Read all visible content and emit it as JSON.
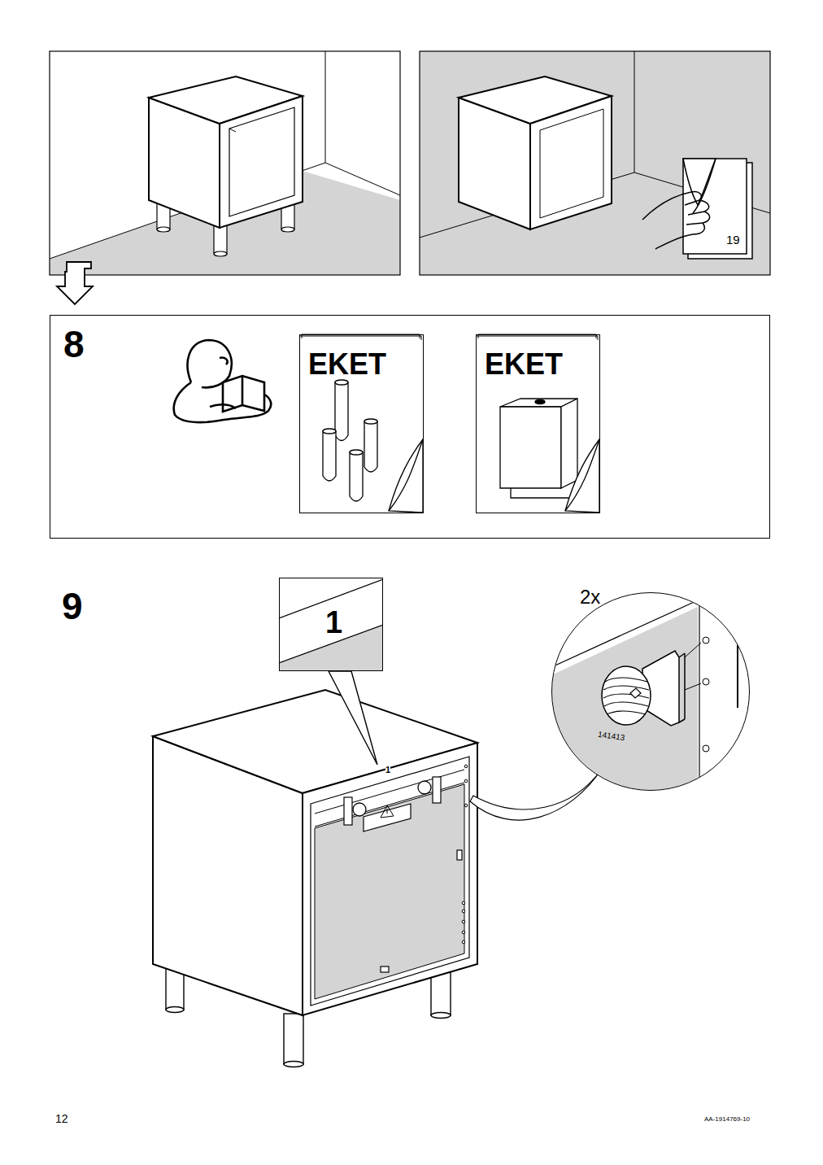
{
  "diagram": {
    "nodes": [
      {
        "text": [
          "8"
        ]
      },
      {
        "text": [
          "EKET"
        ],
        "in": 0
      },
      {
        "text": [
          "EKET"
        ],
        "in": 0
      },
      {
        "text": [
          "1"
        ]
      },
      {
        "text": [
          "2x",
          "141413"
        ]
      }
    ],
    "labels": [
      "19",
      "9",
      "1",
      "12",
      "AA-1914769-10"
    ]
  }
}
